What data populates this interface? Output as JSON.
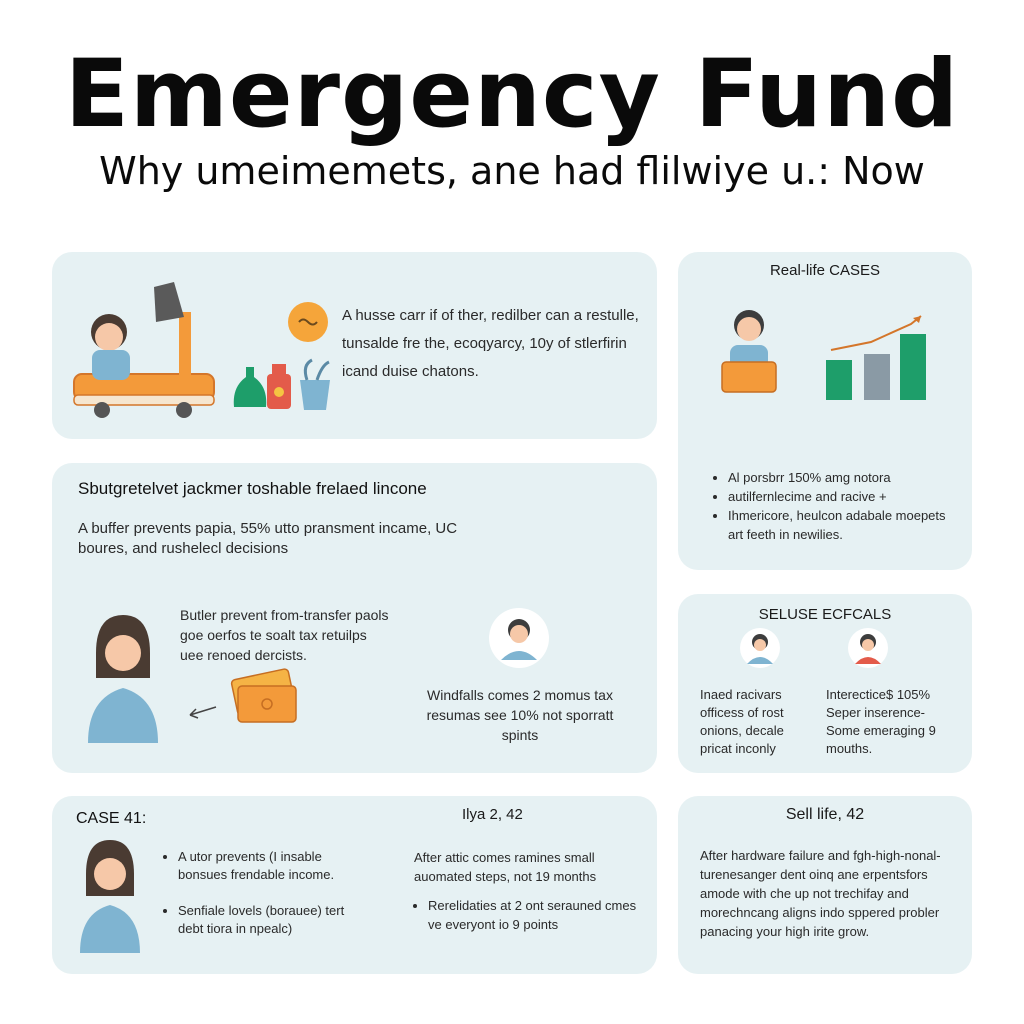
{
  "header": {
    "title": "Emergency Fund",
    "subtitle": "Why umeimemets, ane had flilwiye u.: Now"
  },
  "card_intro": {
    "text": "A husse carr if of ther, redilber can a restulle, tunsalde fre the, ecoqyarcy, 10y of stlerfirin icand duise chatons."
  },
  "card_real_life": {
    "heading": "Real-life CASES",
    "bullets": [
      "Al porsbrr 150% amg notora",
      "autilfernlecime and racive +",
      "Ihmericore, heulcon adabale moepets art feeth in newilies."
    ]
  },
  "card_buffer": {
    "heading": "Sbutgretelvet jackmer toshable frelaed lincone",
    "intro": "A buffer prevents papia, 55% utto pransment incame, UC boures, and rushelecl decisions",
    "side_text": "Butler prevent from-transfer paols goe oerfos te soalt tax retuilps uee renoed dercists.",
    "windfall_text": "Windfalls comes 2 momus tax resumas see 10% not sporratt spints"
  },
  "card_seluse": {
    "heading": "SELUSE ECFCALS",
    "left_text": "Inaed racivars officess of rost onions, decale pricat inconly",
    "right_text": "Interectice$ 105% Seper inserence- Some emeraging 9 mouths."
  },
  "card_case": {
    "heading": "CASE 41:",
    "right_heading": "Ilya 2, 42",
    "bullets": [
      "A utor prevents (I insable bonsues frendable income.",
      "Senfiale lovels (borauee) tert debt tiora in npealc)"
    ],
    "right_text": "After attic comes ramines small auomated steps, not 19 months",
    "right_bullet": "Rerelidaties at 2 ont serauned cmes ve everyont io 9 points"
  },
  "card_sell_life": {
    "heading": "Sell life, 42",
    "text": "After hardware failure and fgh-high-nonal-turenesanger dent oinq ane erpentsfors amode with che up not trechifay and morechncang aligns indo sppered probler panacing your high irite grow."
  },
  "colors": {
    "card_bg": "#e6f1f3",
    "accent_orange": "#f39a3a",
    "accent_green": "#1e9e6a",
    "accent_blue": "#6fa7c6"
  }
}
